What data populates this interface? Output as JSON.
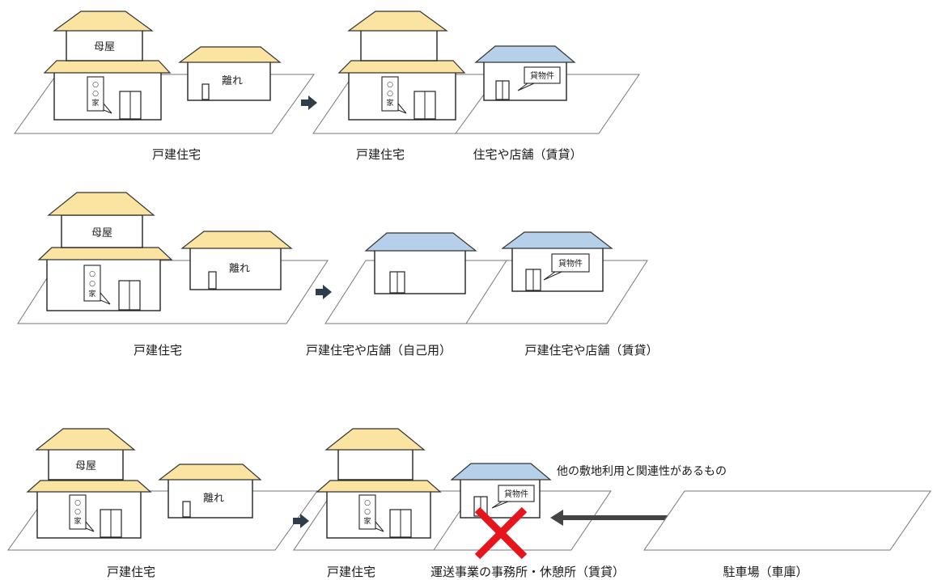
{
  "labels": {
    "main_house": "母屋",
    "annex": "離れ",
    "nameplate": "○○家",
    "rental_sign": "貸物件"
  },
  "rows": [
    {
      "captions": [
        "戸建住宅",
        "戸建住宅",
        "住宅や店舗（賃貸）"
      ]
    },
    {
      "captions": [
        "戸建住宅",
        "戸建住宅や店舗（自己用）",
        "戸建住宅や店舗（賃貸）"
      ]
    },
    {
      "captions": [
        "戸建住宅",
        "戸建住宅",
        "運送事業の事務所・休憩所（賃貸）",
        "駐車場（車庫）"
      ],
      "annotation": "他の敷地利用と関連性があるもの"
    }
  ],
  "colors": {
    "roof_owner": "#fbe3a2",
    "roof_rental": "#b7d0ea",
    "arrow": "#2f3c4a",
    "cross": "#e8141b",
    "double_arrow": "#444444"
  },
  "icons": [
    "right-arrow-icon",
    "double-arrow-icon",
    "cross-mark-icon"
  ]
}
